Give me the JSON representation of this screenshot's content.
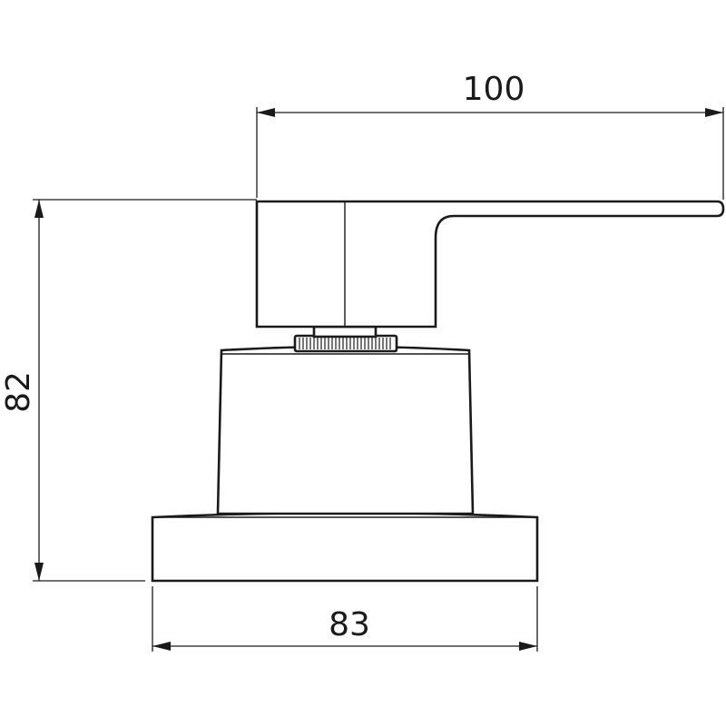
{
  "dimensions": {
    "width_top": "100",
    "height_left": "82",
    "width_bottom": "83"
  },
  "colors": {
    "line": "#1a1a1a",
    "background": "#ffffff"
  }
}
